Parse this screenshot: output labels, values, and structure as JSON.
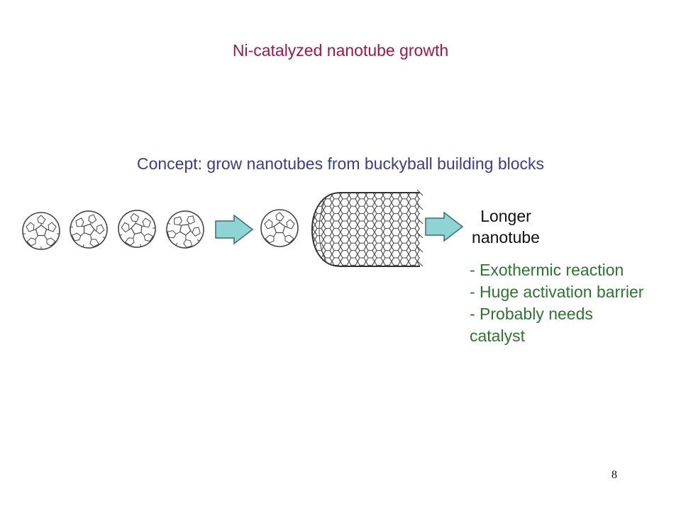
{
  "slide": {
    "title": "Ni-catalyzed nanotube growth",
    "concept": "Concept: grow nanotubes from buckyball building blocks",
    "result_label_line1": "Longer",
    "result_label_line2": "nanotube",
    "notes": [
      "- Exothermic reaction",
      "- Huge activation barrier",
      "- Probably needs",
      "catalyst"
    ],
    "page_number": "8"
  },
  "diagram": {
    "molecule_icons": [
      "buckyball-icon",
      "buckyball-icon",
      "buckyball-icon",
      "buckyball-icon",
      "capped-nanotube-icon"
    ],
    "arrow_icons": [
      "block-arrow-right-icon",
      "block-arrow-right-icon"
    ],
    "colors": {
      "title": "#a01848",
      "concept": "#3b3b8f",
      "notes": "#2e7431",
      "arrow_fill": "#8fd4d4",
      "arrow_stroke": "#3c6c6c",
      "molecule_stroke": "#444444"
    }
  }
}
